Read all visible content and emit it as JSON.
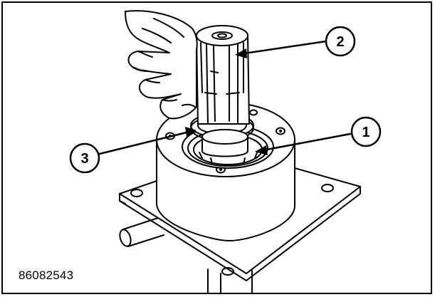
{
  "figure": {
    "id": "86082543",
    "callouts": [
      {
        "label": "1"
      },
      {
        "label": "2"
      },
      {
        "label": "3"
      }
    ]
  }
}
